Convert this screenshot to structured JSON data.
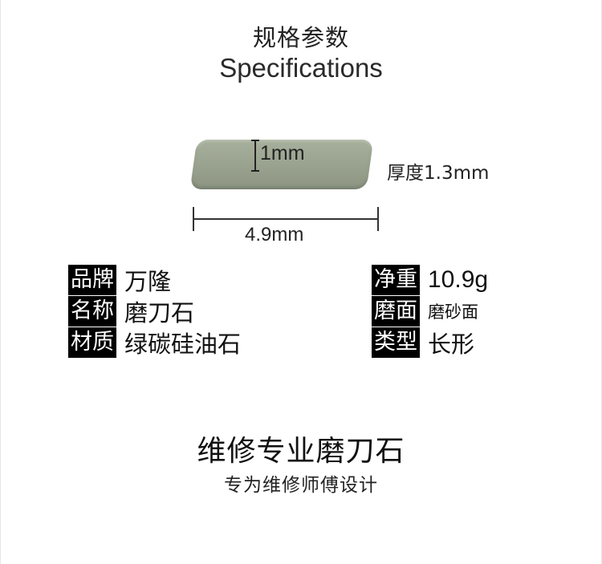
{
  "header": {
    "title_cn": "规格参数",
    "title_en": "Specifications"
  },
  "diagram": {
    "thickness_label": "1mm",
    "depth_label": "厚度1.3mm",
    "width_label": "4.9mm",
    "stone_color": "#9aa38f"
  },
  "specs": {
    "left": [
      {
        "key": "品牌",
        "value": "万隆"
      },
      {
        "key": "名称",
        "value": "磨刀石"
      },
      {
        "key": "材质",
        "value": "绿碳硅油石"
      }
    ],
    "right": [
      {
        "key": "净重",
        "value": "10.9g"
      },
      {
        "key": "磨面",
        "value": "磨砂面"
      },
      {
        "key": "类型",
        "value": "长形"
      }
    ]
  },
  "footer": {
    "title": "维修专业磨刀石",
    "subtitle": "专为维修师傅设计"
  }
}
